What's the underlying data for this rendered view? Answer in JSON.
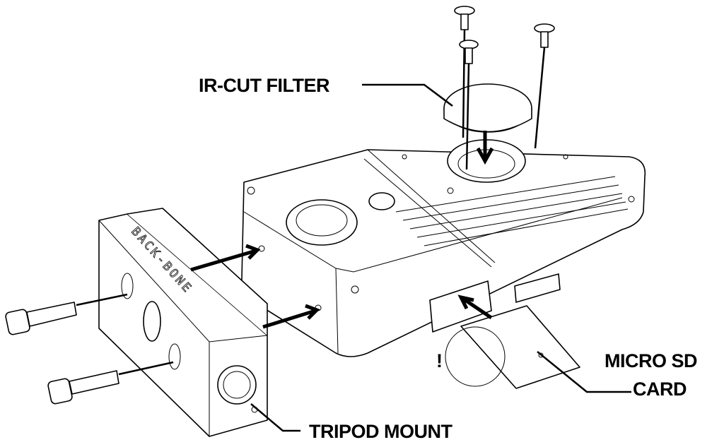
{
  "labels": {
    "ir_cut_filter": "IR-CUT FILTER",
    "micro_sd_card_line1": "MICRO SD",
    "micro_sd_card_line2": "CARD",
    "tripod_mount": "TRIPOD MOUNT",
    "warning_mark": "!"
  },
  "logo_text": "BACK-BONE",
  "colors": {
    "line": "#000000",
    "background": "#ffffff",
    "shade": "#d9d9d9"
  }
}
